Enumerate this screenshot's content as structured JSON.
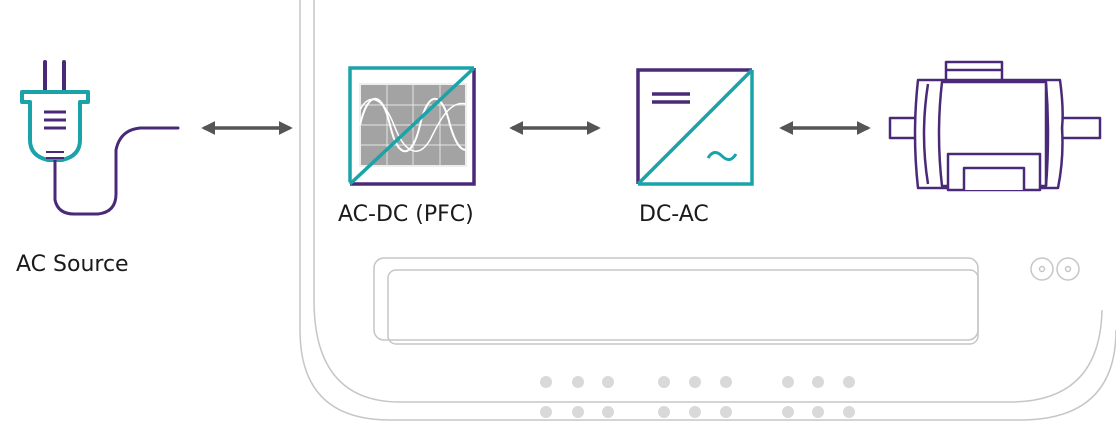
{
  "labels": {
    "ac_source": "AC Source",
    "ac_dc": "AC-DC (PFC)",
    "dc_ac": "DC-AC"
  },
  "icons": {
    "plug": "power-plug-icon",
    "rectifier": "ac-dc-converter-icon",
    "inverter": "dc-ac-inverter-icon",
    "motor": "electric-motor-icon",
    "arrows": "bidirectional-arrow-icon"
  },
  "colors": {
    "teal": "#1aa3a8",
    "purple": "#4a2a78",
    "arrow": "#555555",
    "outline": "#c6c6c6",
    "screen": "#a3a3a3",
    "dots": "#d9d9d9"
  }
}
